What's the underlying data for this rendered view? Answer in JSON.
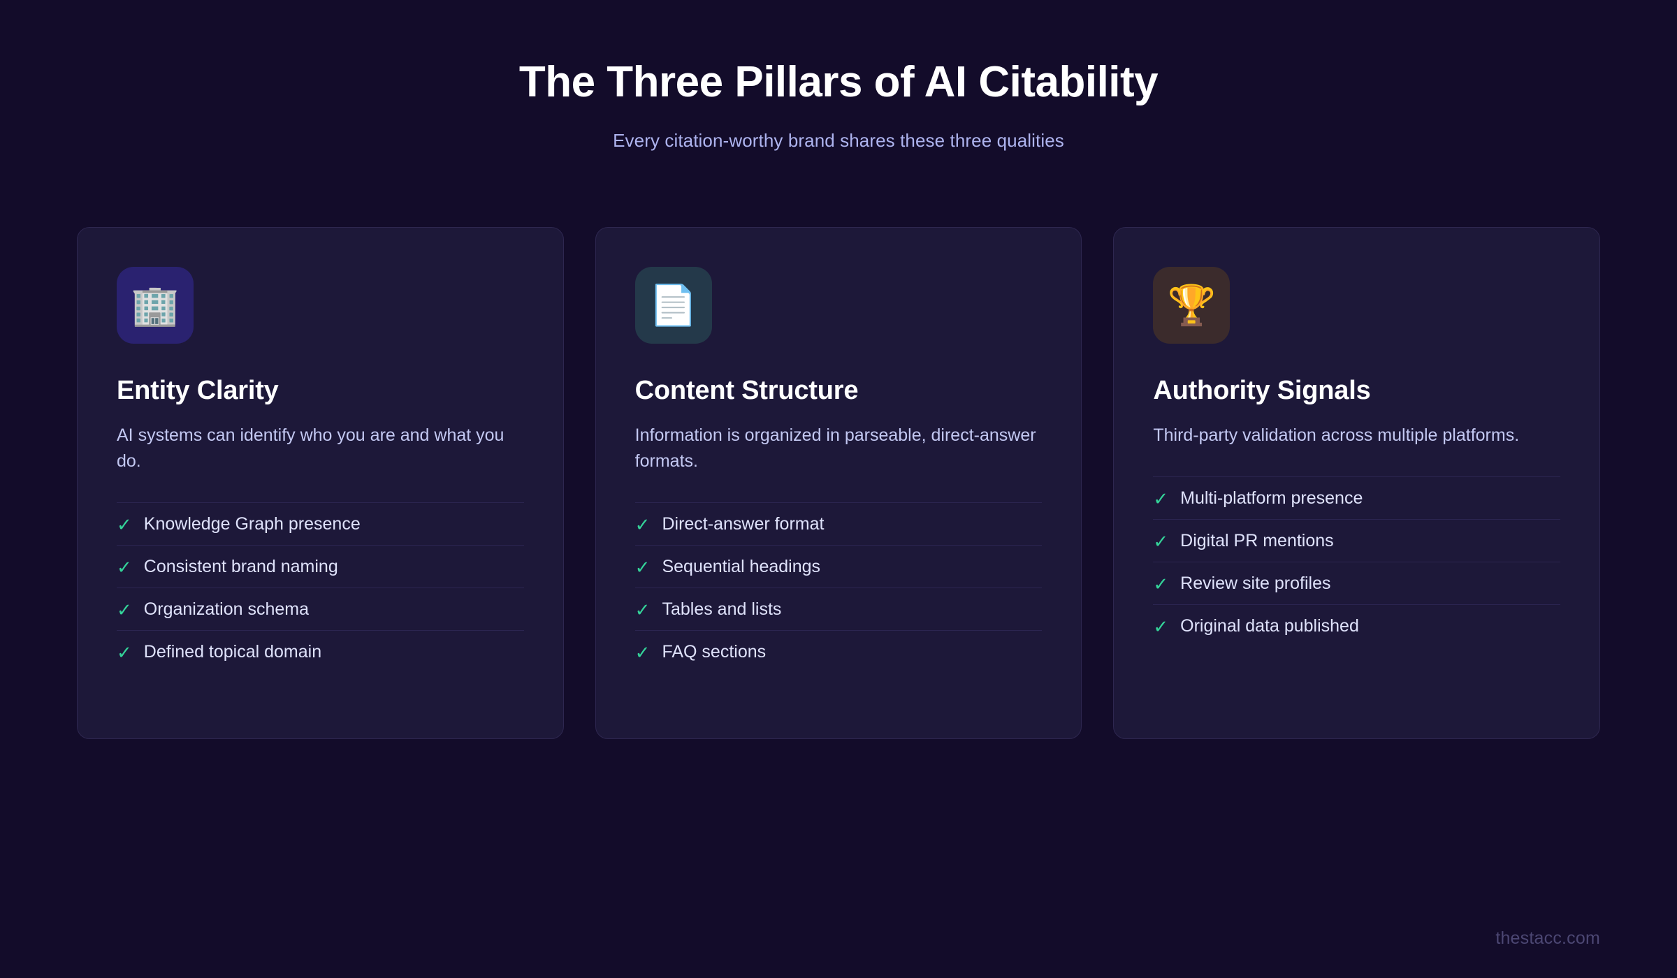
{
  "header": {
    "title": "The Three Pillars of AI Citability",
    "subtitle": "Every citation-worthy brand shares these three qualities"
  },
  "colors": {
    "page_background": "#130c2a",
    "card_background": "#1d1839",
    "card_border": "#2e2750",
    "title_text": "#ffffff",
    "subtitle_text": "#aeb4ef",
    "body_text": "#c3c8f2",
    "list_text": "#dfe2fb",
    "check_green": "#34d399",
    "divider": "#2b2550",
    "watermark_text": "#4c4773"
  },
  "cards": [
    {
      "icon": "office-building-emoji",
      "icon_glyph": "🏢",
      "icon_tile_color": "#2a2270",
      "title": "Entity Clarity",
      "description": "AI systems can identify who you are and what you do.",
      "features": [
        "Knowledge Graph presence",
        "Consistent brand naming",
        "Organization schema",
        "Defined topical domain"
      ]
    },
    {
      "icon": "page-facing-up-emoji",
      "icon_glyph": "📄",
      "icon_tile_color": "#24394a",
      "title": "Content Structure",
      "description": "Information is organized in parseable, direct-answer formats.",
      "features": [
        "Direct-answer format",
        "Sequential headings",
        "Tables and lists",
        "FAQ sections"
      ]
    },
    {
      "icon": "trophy-emoji",
      "icon_glyph": "🏆",
      "icon_tile_color": "#3b2b2c",
      "title": "Authority Signals",
      "description": "Third-party validation across multiple platforms.",
      "features": [
        "Multi-platform presence",
        "Digital PR mentions",
        "Review site profiles",
        "Original data published"
      ]
    }
  ],
  "check_mark": "✓",
  "footer": {
    "watermark": "thestacc.com"
  }
}
